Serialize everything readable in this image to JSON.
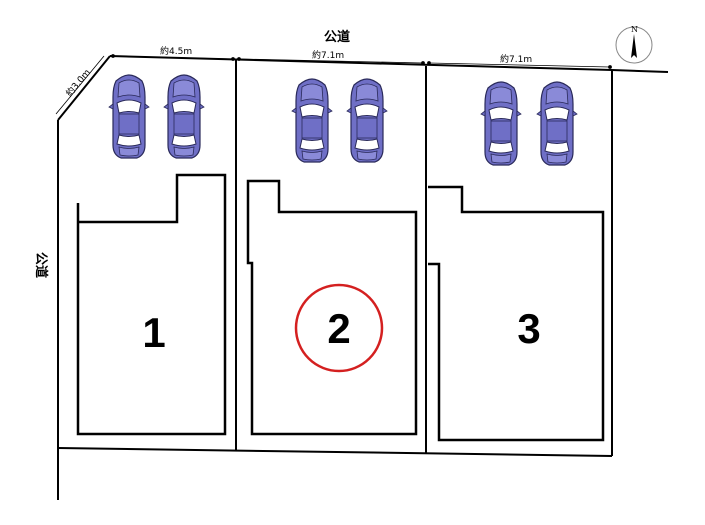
{
  "roads": {
    "top": "公道",
    "left": "公道"
  },
  "dimensions": {
    "diagonal": "約3.0m",
    "lot1_front": "約4.5m",
    "lot2_front": "約7.1m",
    "lot3_front": "約7.1m"
  },
  "lots": [
    {
      "number": "1",
      "highlighted": false
    },
    {
      "number": "2",
      "highlighted": true
    },
    {
      "number": "3",
      "highlighted": false
    }
  ],
  "compass": {
    "label": "N"
  },
  "colors": {
    "car_body": "#6f6fc6",
    "car_outline": "#2a2a5a",
    "highlight_circle": "#d42020",
    "lines": "#000000"
  }
}
